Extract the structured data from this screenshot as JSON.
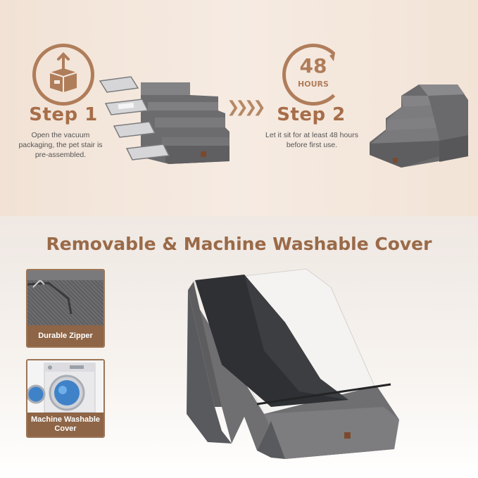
{
  "step1": {
    "title": "Step 1",
    "description": "Open the vacuum packaging, the pet stair is pre-assembled."
  },
  "step2": {
    "title": "Step 2",
    "badge_number": "48",
    "badge_unit": "HOURS",
    "description": "Let it sit for at least 48 hours before first use."
  },
  "headline": "Removable & Machine Washable Cover",
  "features": [
    {
      "label": "Durable Zipper"
    },
    {
      "label": "Machine Washable Cover"
    }
  ],
  "colors": {
    "accent": "#a66e49",
    "label_bg": "#8e6547",
    "stair_gray": "#6e6e70"
  },
  "icons": [
    "package-open-icon",
    "48-hours-clock-icon",
    "triple-chevron-right-icon"
  ]
}
